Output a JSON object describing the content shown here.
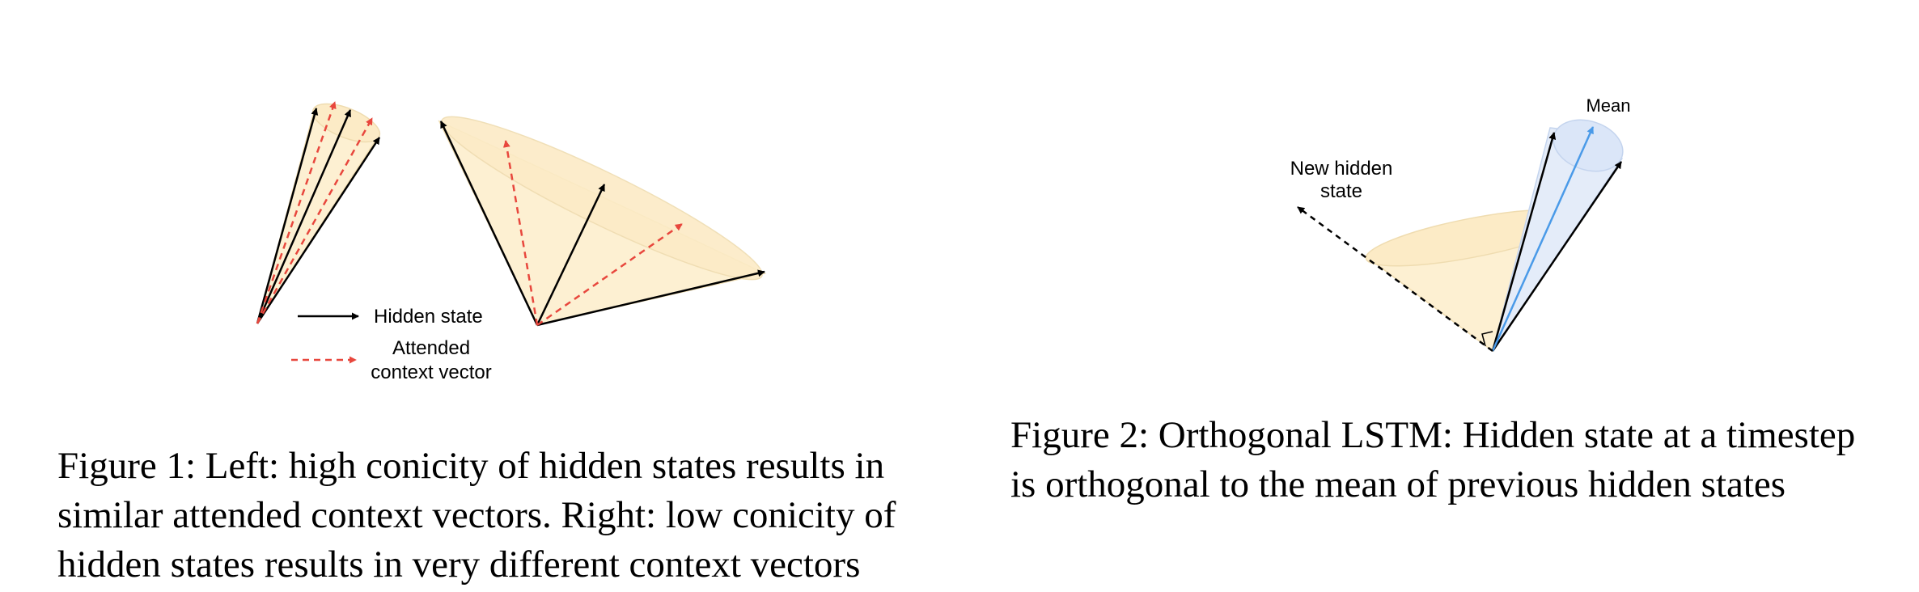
{
  "figure1": {
    "legend": {
      "hidden_state": "Hidden state",
      "attended_line1": "Attended",
      "attended_line2": "context vector"
    },
    "caption_lines": [
      "Figure 1: Left: high conicity of hidden states results in",
      "similar attended context vectors. Right: low conicity of",
      "hidden states results in very different context vectors"
    ]
  },
  "figure2": {
    "labels": {
      "new_hidden_line1": "New hidden",
      "new_hidden_line2": "state",
      "mean": "Mean"
    },
    "caption_lines": [
      "Figure 2: Orthogonal LSTM: Hidden state at a timestep",
      "is orthogonal to the mean of previous hidden states"
    ]
  },
  "colors": {
    "cone_fill": "#fdf0d2",
    "cone_stroke": "#efdcb0",
    "mean_cone_fill": "#e4ecf9",
    "mean_cone_stroke": "#c4d4ee",
    "hidden_arrow": "#000000",
    "context_arrow": "#e8473d",
    "mean_arrow": "#4a9ae8"
  }
}
